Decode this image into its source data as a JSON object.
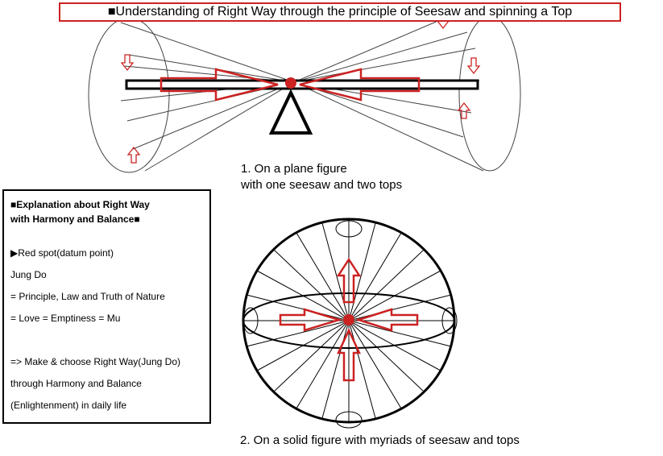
{
  "title": "■Understanding of Right Way through the principle of Seesaw and spinning a Top",
  "figure1": {
    "caption_line1": "1. On a plane figure",
    "caption_line2": "with one seesaw and two tops"
  },
  "figure2": {
    "caption": "2. On a solid figure with myriads of seesaw and tops"
  },
  "explanation": {
    "heading_line1": "■Explanation about Right Way",
    "heading_line2": "with Harmony and Balance■",
    "lines": [
      "▶Red spot(datum point)",
      "Jung Do",
      "= Principle, Law and Truth of Nature",
      "= Love = Emptiness = Mu",
      "=> Make & choose Right Way(Jung Do)",
      "through Harmony and Balance",
      "(Enlightenment) in daily life"
    ]
  },
  "colors": {
    "accent_red": "#cc2222",
    "line": "#000000"
  }
}
